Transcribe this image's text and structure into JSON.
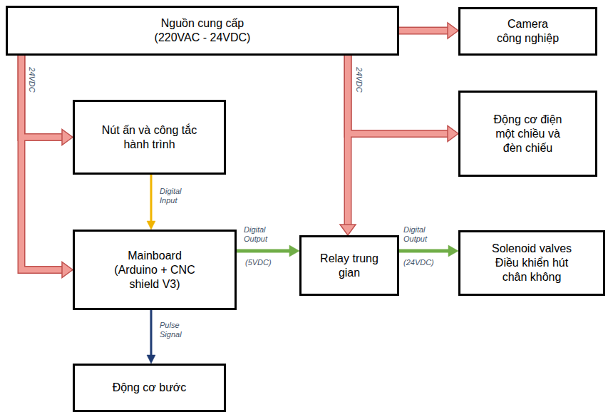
{
  "diagram": {
    "nodes": [
      {
        "text": [
          "Nguồn cung cấp (220VAC - 24VDC)"
        ]
      },
      {
        "text": [
          "Camera công nghiệp"
        ]
      },
      {
        "text": [
          "Nút ấn và công tắc hành trình"
        ]
      },
      {
        "text": [
          "Động cơ điện một chiều và đèn chiếu"
        ]
      },
      {
        "text": [
          "Mainboard (Arduino + CNC shield V3)"
        ]
      },
      {
        "text": [
          "Relay trung gian"
        ]
      },
      {
        "text": [
          "Solenoid valves Điều khiển hút chân không"
        ]
      },
      {
        "text": [
          "Động cơ bước"
        ]
      }
    ],
    "edges": [
      {
        "from": 0,
        "to": 1,
        "arrow": "to"
      },
      {
        "from": 0,
        "to": 2,
        "arrow": "to",
        "label": "24VDC"
      },
      {
        "from": 0,
        "to": 4,
        "arrow": "to"
      },
      {
        "from": 0,
        "to": 3,
        "arrow": "to",
        "label": "24VDC"
      },
      {
        "from": 0,
        "to": 5,
        "arrow": "to"
      },
      {
        "from": 2,
        "to": 4,
        "arrow": "to",
        "label": "Digital Input"
      },
      {
        "from": 4,
        "to": 5,
        "arrow": "to",
        "label": "Digital Output"
      },
      {
        "from": 5,
        "to": 6,
        "arrow": "to",
        "label": "Digital Output"
      },
      {
        "from": 4,
        "to": 7,
        "arrow": "to",
        "label": "Pulse Signal"
      }
    ],
    "labels": [
      "(5VDC)",
      "(24VDC)"
    ]
  }
}
